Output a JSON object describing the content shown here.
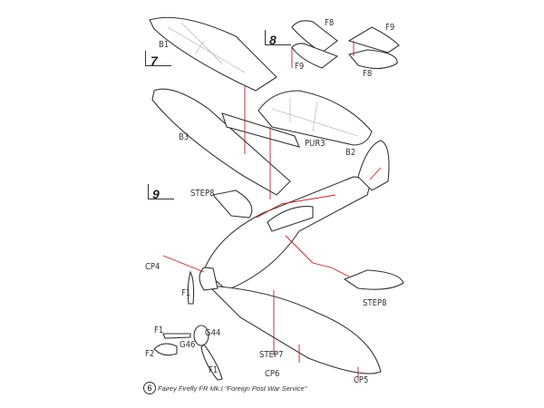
{
  "steps": [
    "7",
    "8",
    "9"
  ],
  "labels": {
    "b1": "B1",
    "b2": "B2",
    "b3": "B3",
    "f8a": "F8",
    "f9a": "F9",
    "f9b": "F9",
    "f8b": "F8",
    "pur3": "PUR3",
    "step8a": "STEP8",
    "step8b": "STEP8",
    "step7": "STEP7",
    "cp4": "CP4",
    "cp5": "CP5",
    "cp6": "CP6",
    "f1a": "F1",
    "f1b": "F1",
    "f1c": "F1",
    "f2": "F2",
    "g44": "G44",
    "g46": "G46"
  },
  "caption": {
    "number": "6",
    "text": "Fairey Firefly FR Mk.I \"Foreign Post War Service\""
  },
  "colors": {
    "guide_line": "#b22222",
    "outline": "#333333"
  }
}
